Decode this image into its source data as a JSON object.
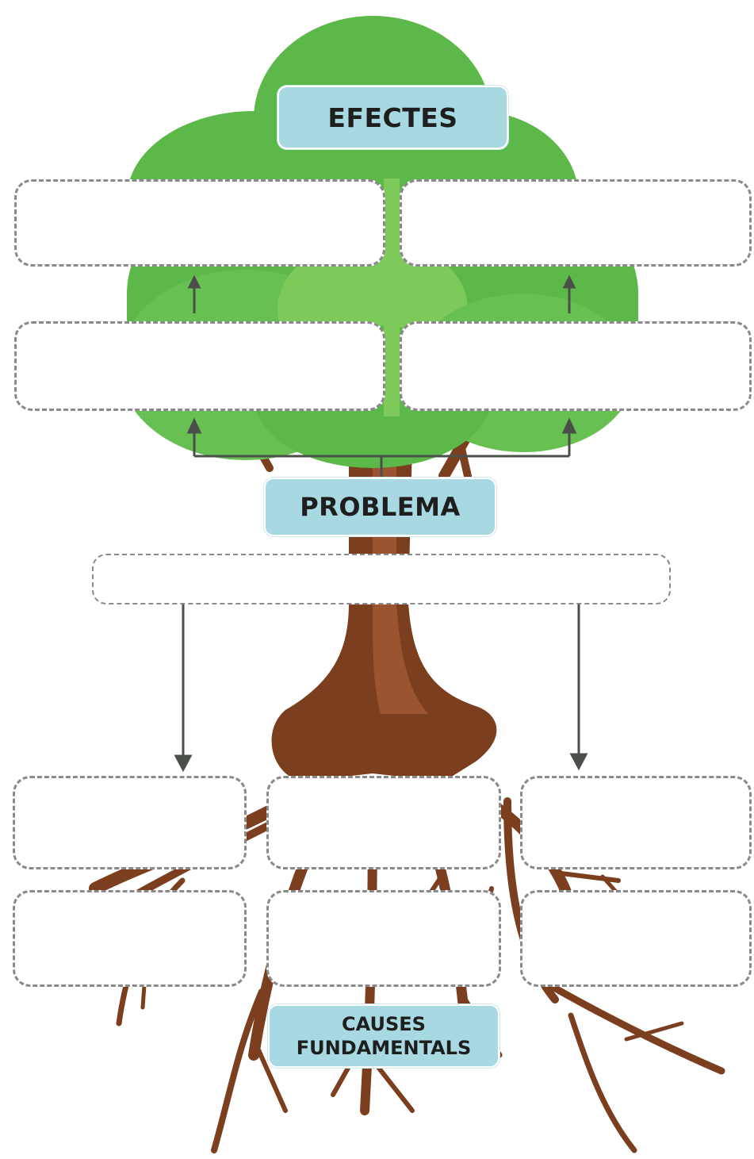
{
  "labels": {
    "effects": "EFECTES",
    "problem": "PROBLEMA",
    "causes_line1": "CAUSES",
    "causes_line2": "FUNDAMENTALS"
  },
  "boxes": {
    "effects": [
      "",
      "",
      "",
      ""
    ],
    "problem": "",
    "causes": [
      "",
      "",
      "",
      "",
      "",
      ""
    ]
  },
  "colors": {
    "canopy": "#5cb848",
    "canopy_light": "#7dc95a",
    "trunk": "#7b3f1f",
    "label_bg": "#a8d9e2",
    "arrow": "#4a4f4a",
    "box_border": "#8a8a8a"
  }
}
